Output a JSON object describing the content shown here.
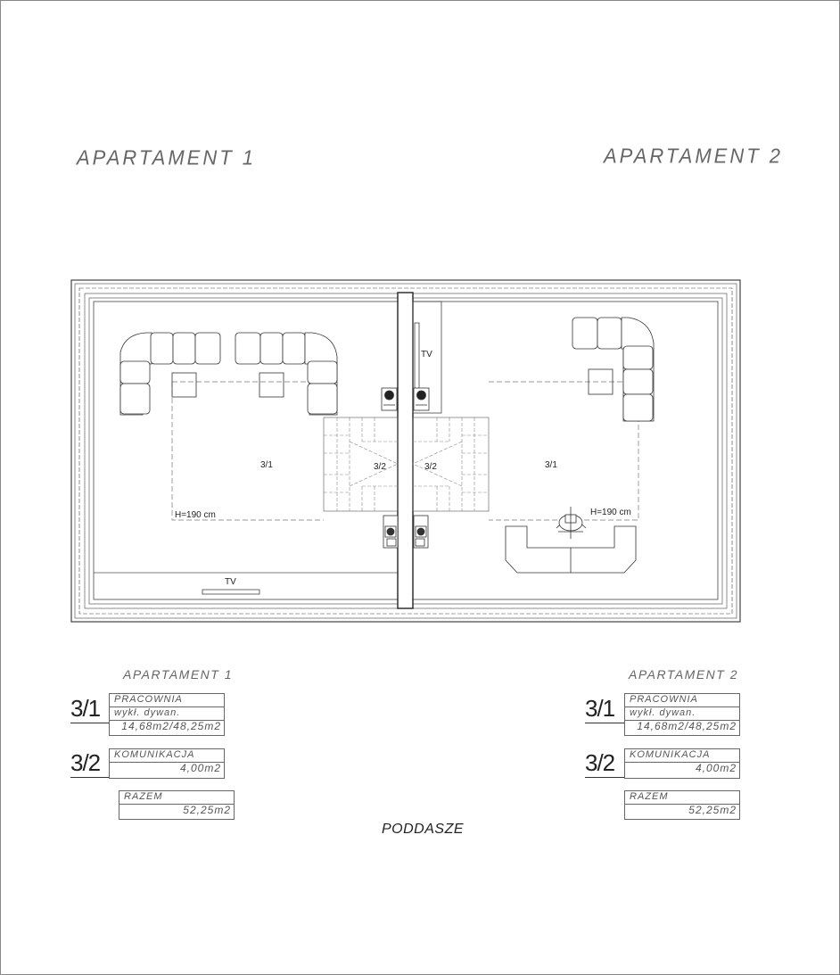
{
  "headings": {
    "apartment_1": "APARTAMENT 1",
    "apartment_2": "APARTAMENT 2"
  },
  "plan": {
    "room_label_left": "3/1",
    "room_label_right": "3/1",
    "stair_label_left": "3/2",
    "stair_label_right": "3/2",
    "height_left": "H=190 cm",
    "height_right": "H=190 cm",
    "tv_top": "TV",
    "tv_bottom": "TV"
  },
  "legend": [
    {
      "title": "APARTAMENT 1",
      "rooms": [
        {
          "number": "3/1",
          "name": "PRACOWNIA",
          "note": "wykł. dywan.",
          "area": "14,68m2/48,25m2"
        },
        {
          "number": "3/2",
          "name": "KOMUNIKACJA",
          "area": "4,00m2"
        }
      ],
      "total_label": "RAZEM",
      "total_area": "52,25m2"
    },
    {
      "title": "APARTAMENT 2",
      "rooms": [
        {
          "number": "3/1",
          "name": "PRACOWNIA",
          "note": "wykł. dywan.",
          "area": "14,68m2/48,25m2"
        },
        {
          "number": "3/2",
          "name": "KOMUNIKACJA",
          "area": "4,00m2"
        }
      ],
      "total_label": "RAZEM",
      "total_area": "52,25m2"
    }
  ],
  "caption": "PODDASZE"
}
